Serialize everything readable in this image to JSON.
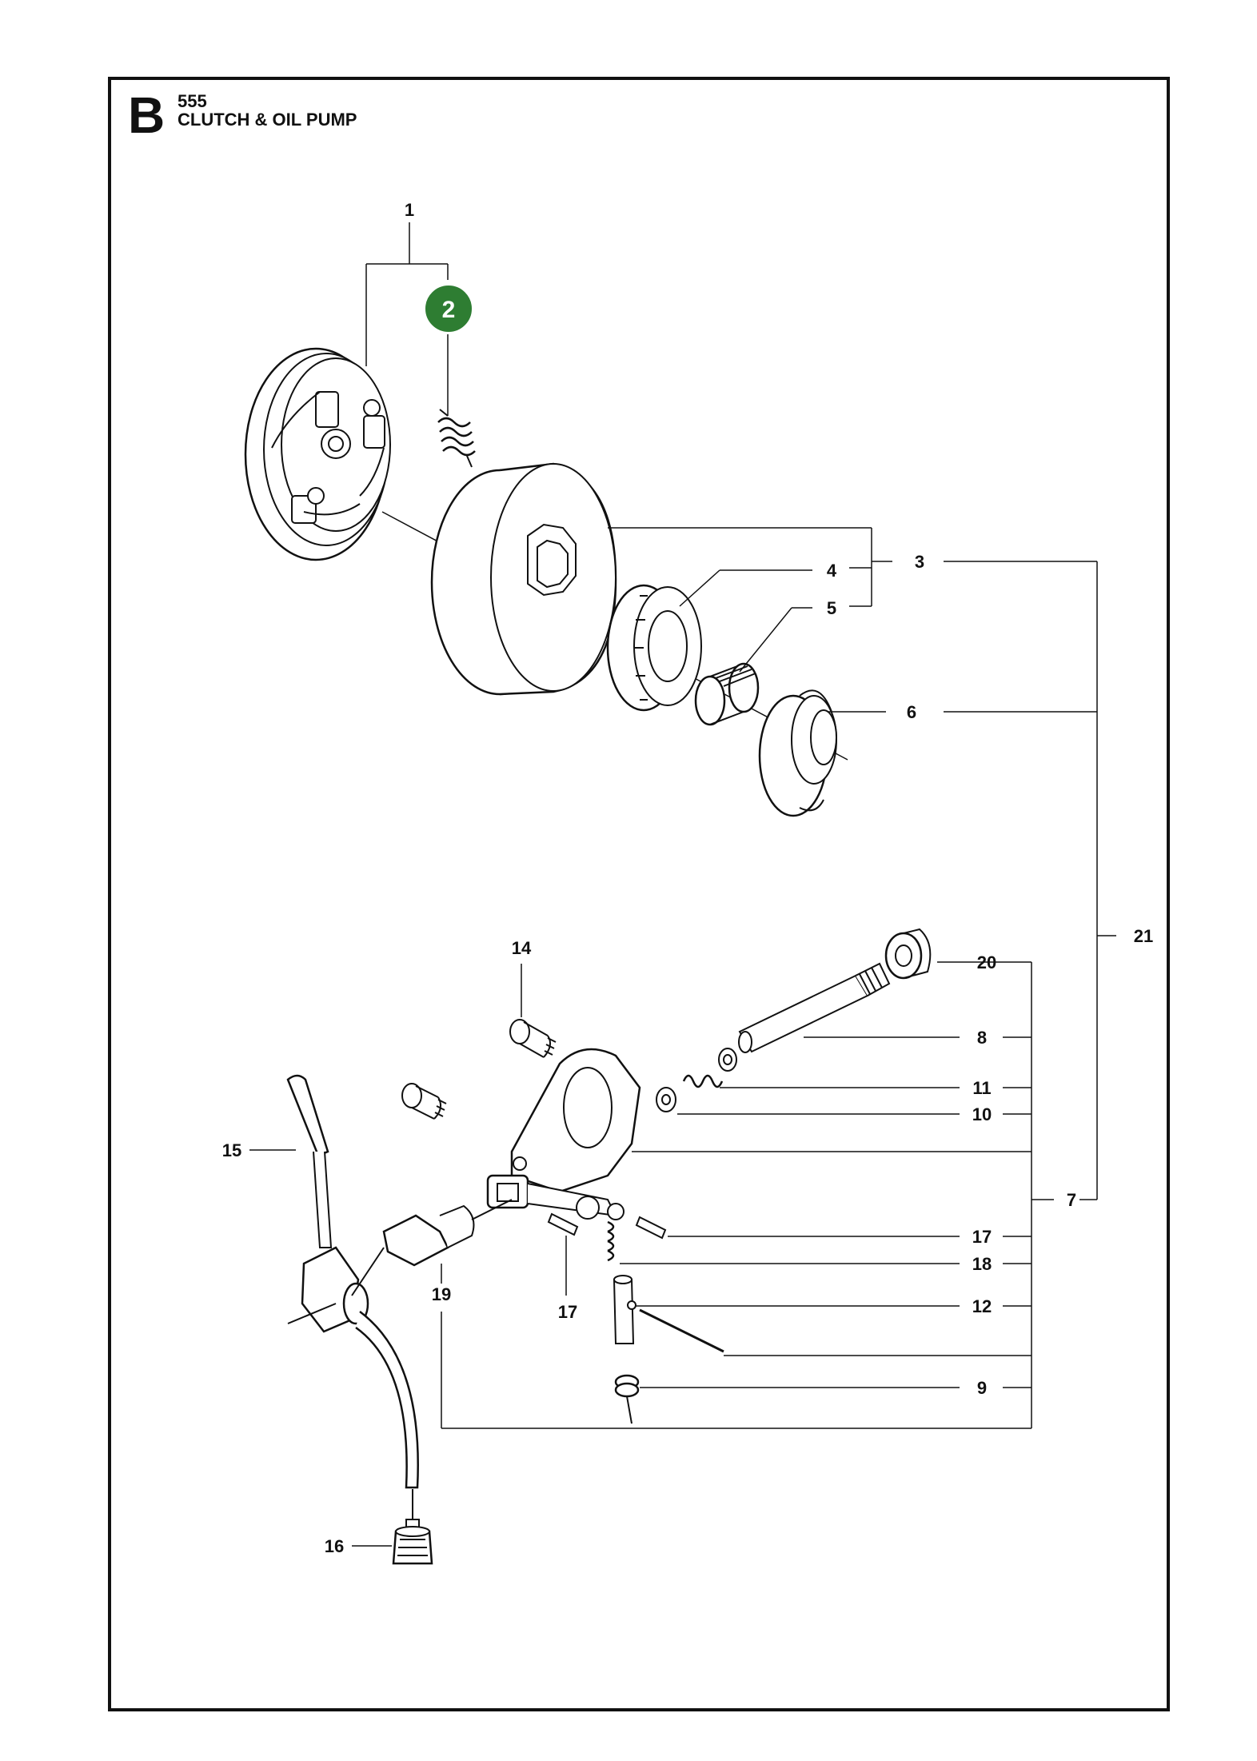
{
  "header": {
    "section_letter": "B",
    "model": "555",
    "title": "CLUTCH & OIL PUMP"
  },
  "colors": {
    "line": "#111111",
    "highlight": "#2e7d32"
  },
  "highlighted_part": "2",
  "callouts": {
    "c1": "1",
    "c2": "2",
    "c3": "3",
    "c4": "4",
    "c5": "5",
    "c6": "6",
    "c7": "7",
    "c8": "8",
    "c9": "9",
    "c10": "10",
    "c11": "11",
    "c12": "12",
    "c14": "14",
    "c15": "15",
    "c16": "16",
    "c17a": "17",
    "c17b": "17",
    "c18": "18",
    "c19": "19",
    "c20": "20",
    "c21": "21"
  }
}
